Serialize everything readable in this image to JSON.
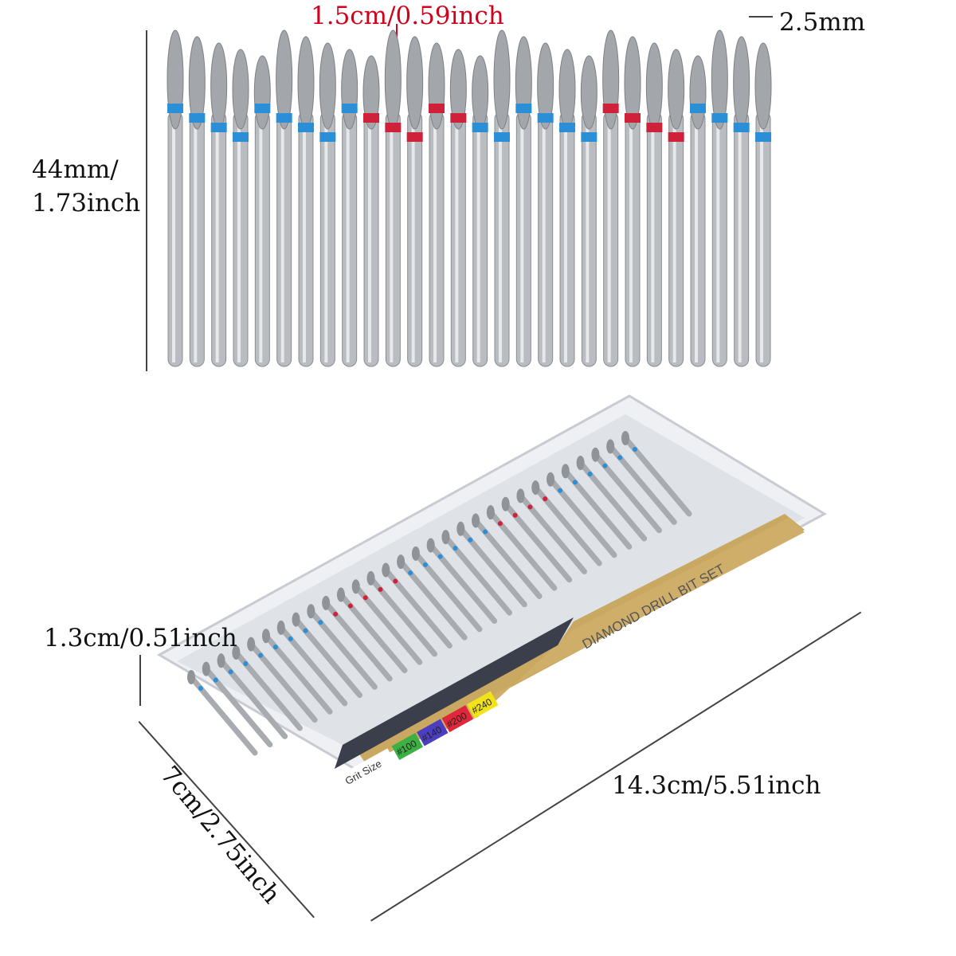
{
  "dimensions": {
    "tip_length": "1.5cm/0.59inch",
    "shank_diameter": "2.5mm",
    "bit_length_line1": "44mm/",
    "bit_length_line2": "1.73inch",
    "box_height": "1.3cm/0.51inch",
    "box_width": "7cm/2.75inch",
    "box_length": "14.3cm/5.51inch"
  },
  "box_label": {
    "title": "DIAMOND DRILL BIT SET",
    "grit_label": "Grit Size",
    "grits": [
      {
        "text": "#100",
        "color": "#3cb043"
      },
      {
        "text": "#140",
        "color": "#4b3fc0"
      },
      {
        "text": "#200",
        "color": "#e0283a"
      },
      {
        "text": "#240",
        "color": "#f2e21a"
      }
    ]
  },
  "colors": {
    "tip_label": "#d0021b",
    "blue_band": "#2a8fd6",
    "red_band": "#d0213a",
    "box_gold": "#c9a862"
  },
  "bits": [
    "blue",
    "blue",
    "blue",
    "blue",
    "blue",
    "blue",
    "blue",
    "blue",
    "blue",
    "red",
    "red",
    "red",
    "red",
    "red",
    "blue",
    "blue",
    "blue",
    "blue",
    "blue",
    "blue",
    "red",
    "red",
    "red",
    "red",
    "blue",
    "blue",
    "blue",
    "blue"
  ]
}
